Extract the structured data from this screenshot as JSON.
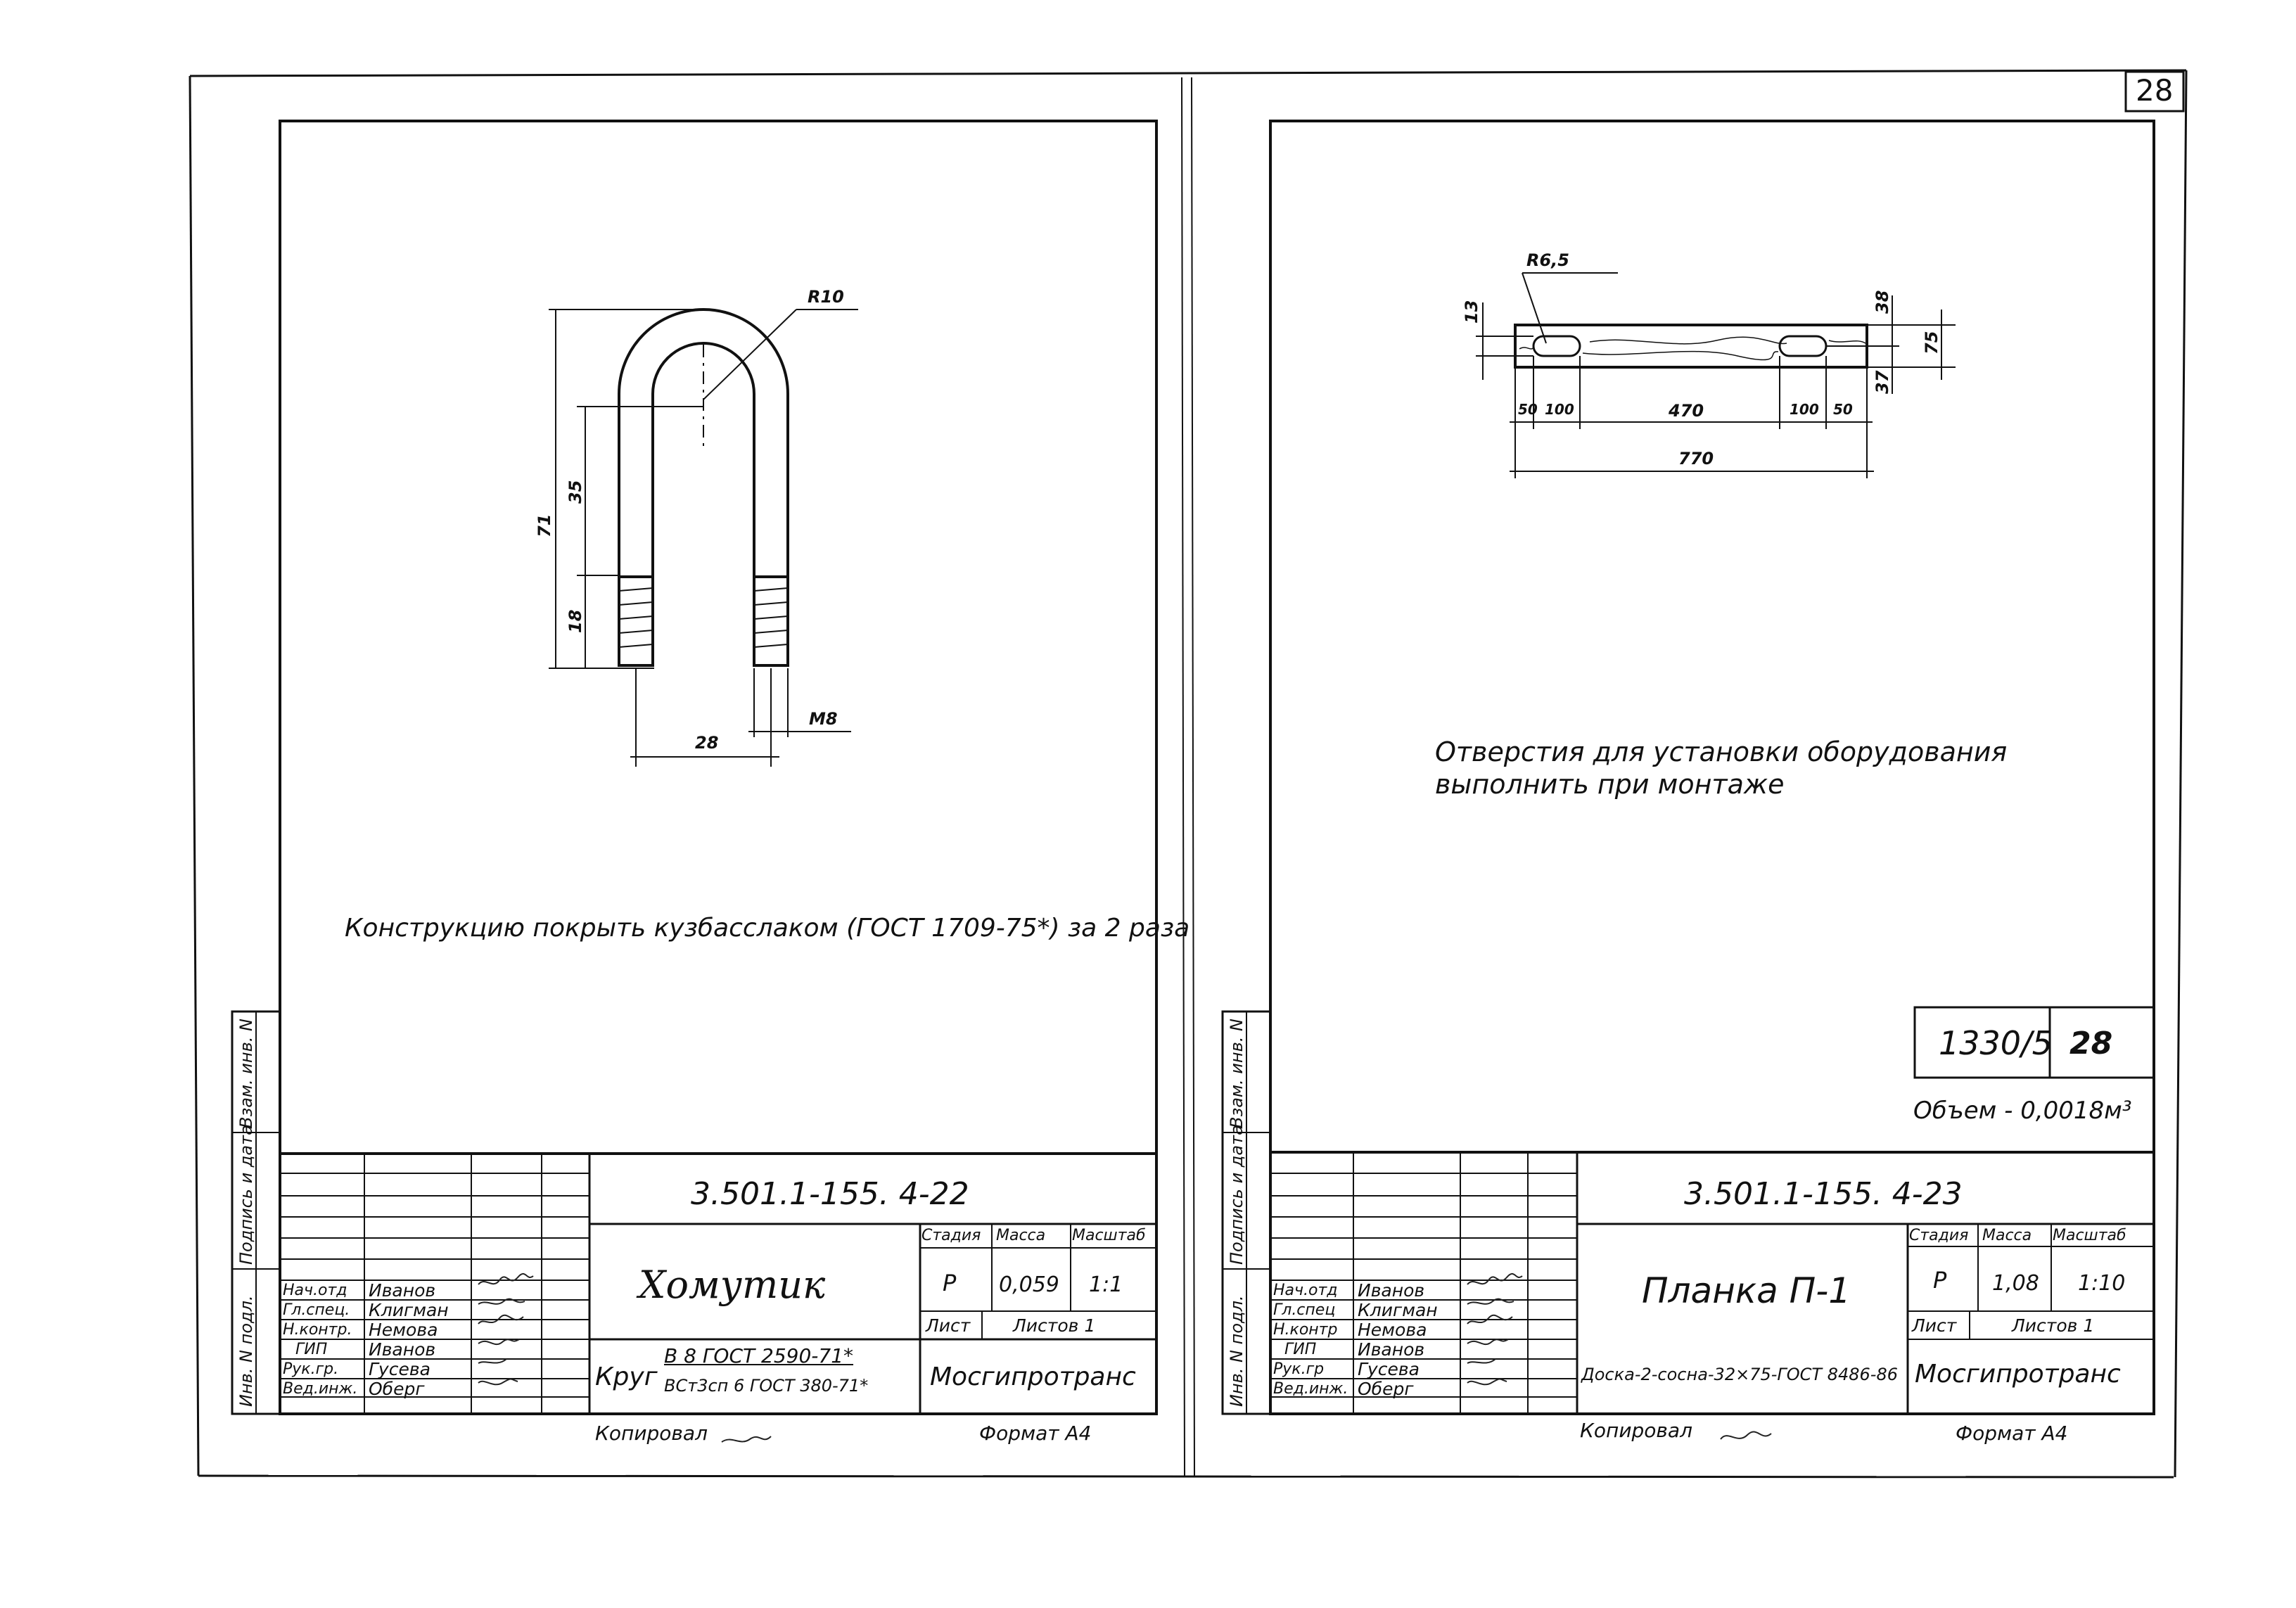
{
  "page": {
    "sheet_number": "28"
  },
  "left_sheet": {
    "doc_code": "3.501.1-155. 4-22",
    "title": "Хомутик",
    "note": "Конструкцию покрыть кузбасслаком (ГОСТ 1709-75*) за 2 раза",
    "dims": {
      "radius": "R10",
      "thread": "M8",
      "total_height": "71",
      "straight": "35",
      "thread_len": "18",
      "width": "28"
    },
    "stage_header": [
      "Стадия",
      "Масса",
      "Масштаб"
    ],
    "stage_values": [
      "Р",
      "0,059",
      "1:1"
    ],
    "sheet_label": "Лист",
    "sheets_label": "Листов 1",
    "org": "Мосгипротранс",
    "material_label": "Круг",
    "material_top": "В 8 ГОСТ 2590-71*",
    "material_bottom": "ВСт3сп 6 ГОСТ 380-71*",
    "copied": "Копировал",
    "format": "Формат А4",
    "roles": [
      "Нач.отд",
      "Гл.спец.",
      "Н.контр.",
      "ГИП",
      "Рук.гр.",
      "Вед.инж."
    ],
    "names": [
      "Иванов",
      "Клигман",
      "Немова",
      "Иванов",
      "Гусева",
      "Оберг"
    ],
    "margin_labels": [
      "Инв. N подл.",
      "Подпись и дата",
      "Взам. инв. N"
    ]
  },
  "right_sheet": {
    "doc_code": "3.501.1-155. 4-23",
    "title": "Планка П-1",
    "note_line1": "Отверстия для установки оборудования",
    "note_line2": "выполнить при монтаже",
    "stamp_code": "1330/5",
    "stamp_sheet": "28",
    "volume": "Объем - 0,0018м³",
    "dims": {
      "radius": "R6,5",
      "h13": "13",
      "h38": "38",
      "h75": "75",
      "h37": "37",
      "s50a": "50",
      "s100a": "100",
      "s470": "470",
      "s100b": "100",
      "s50b": "50",
      "total": "770"
    },
    "stage_header": [
      "Стадия",
      "Масса",
      "Масштаб"
    ],
    "stage_values": [
      "Р",
      "1,08",
      "1:10"
    ],
    "sheet_label": "Лист",
    "sheets_label": "Листов 1",
    "org": "Мосгипротранс",
    "material": "Доска-2-сосна-32×75-ГОСТ 8486-86",
    "copied": "Копировал",
    "format": "Формат А4",
    "roles": [
      "Нач.отд",
      "Гл.спец",
      "Н.контр",
      "ГИП",
      "Рук.гр",
      "Вед.инж."
    ],
    "names": [
      "Иванов",
      "Клигман",
      "Немова",
      "Иванов",
      "Гусева",
      "Оберг"
    ],
    "margin_labels": [
      "Инв. N подл.",
      "Подпись и дата",
      "Взам. инв. N"
    ]
  }
}
